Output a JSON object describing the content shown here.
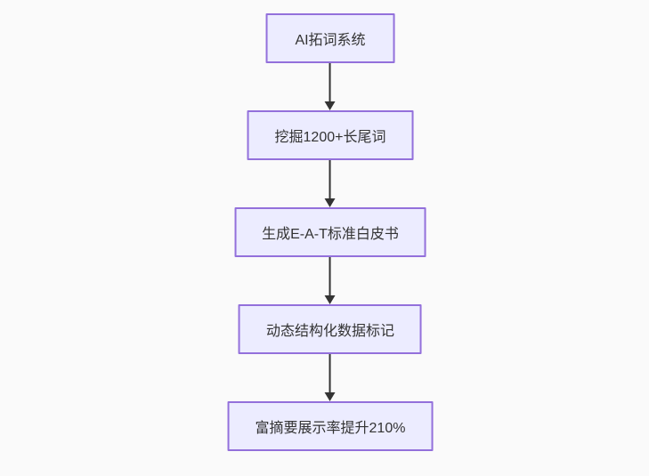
{
  "diagram": {
    "type": "flowchart",
    "direction": "top-down",
    "background_color": "#fafafa",
    "node_fill_color": "#ECECFF",
    "node_border_color": "#9370DB",
    "arrow_color": "#333333",
    "text_color": "#333333",
    "nodes": [
      {
        "id": "step-1",
        "label": "AI拓词系统"
      },
      {
        "id": "step-2",
        "label": "挖掘1200+长尾词"
      },
      {
        "id": "step-3",
        "label": "生成E-A-T标准白皮书"
      },
      {
        "id": "step-4",
        "label": "动态结构化数据标记"
      },
      {
        "id": "step-5",
        "label": "富摘要展示率提升210%"
      }
    ],
    "edges": [
      {
        "from": "step-1",
        "to": "step-2"
      },
      {
        "from": "step-2",
        "to": "step-3"
      },
      {
        "from": "step-3",
        "to": "step-4"
      },
      {
        "from": "step-4",
        "to": "step-5"
      }
    ]
  }
}
